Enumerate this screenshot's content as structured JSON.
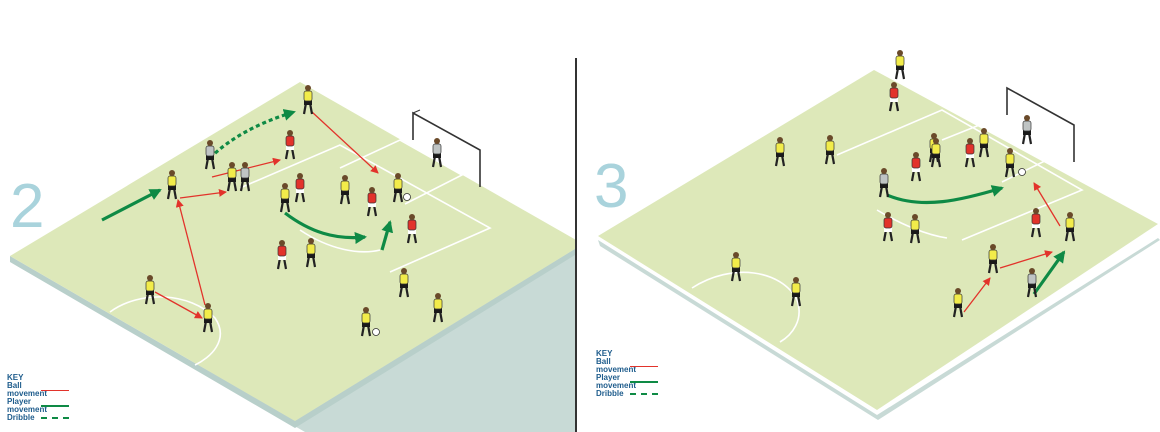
{
  "panels": [
    {
      "number": "2"
    },
    {
      "number": "3"
    }
  ],
  "key": {
    "title": "KEY",
    "ball_movement": "Ball movement",
    "player_movement": "Player movement",
    "dribble": "Dribble"
  },
  "colors": {
    "pitch": "#dde8b9",
    "pitch_edge": "#bfd2ce",
    "pitch_shadow": "#c8dad6",
    "lines": "#ffffff",
    "ball_arrow": "#e2332b",
    "player_arrow": "#0e8a45",
    "team_yellow": "#f2ec4a",
    "team_red": "#e2332b",
    "panel_number": "#a9d3dc"
  }
}
